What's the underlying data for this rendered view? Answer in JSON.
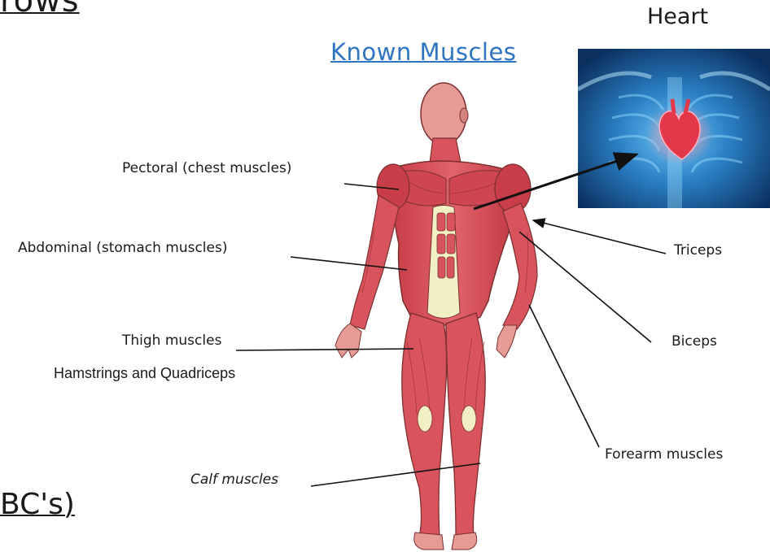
{
  "fragment_top": "rows",
  "fragment_bottom": "BC's)",
  "title": "Known Muscles",
  "heart_label": "Heart",
  "labels": {
    "pectoral": "Pectoral (chest muscles)",
    "abdominal": "Abdominal (stomach muscles)",
    "thigh": "Thigh muscles",
    "hamstrings": "Hamstrings and Quadriceps",
    "calf": "Calf muscles",
    "triceps": "Triceps",
    "biceps": "Biceps",
    "forearm": "Forearm muscles"
  },
  "colors": {
    "title": "#2f74c0",
    "muscle": "#d9535c",
    "muscle_dark": "#a8262f",
    "tendon": "#f3efc4",
    "skin": "#e79b95",
    "heart_bg": "#0f3b73",
    "heart_glow": "#59b7f0",
    "heart": "#e2384a"
  }
}
